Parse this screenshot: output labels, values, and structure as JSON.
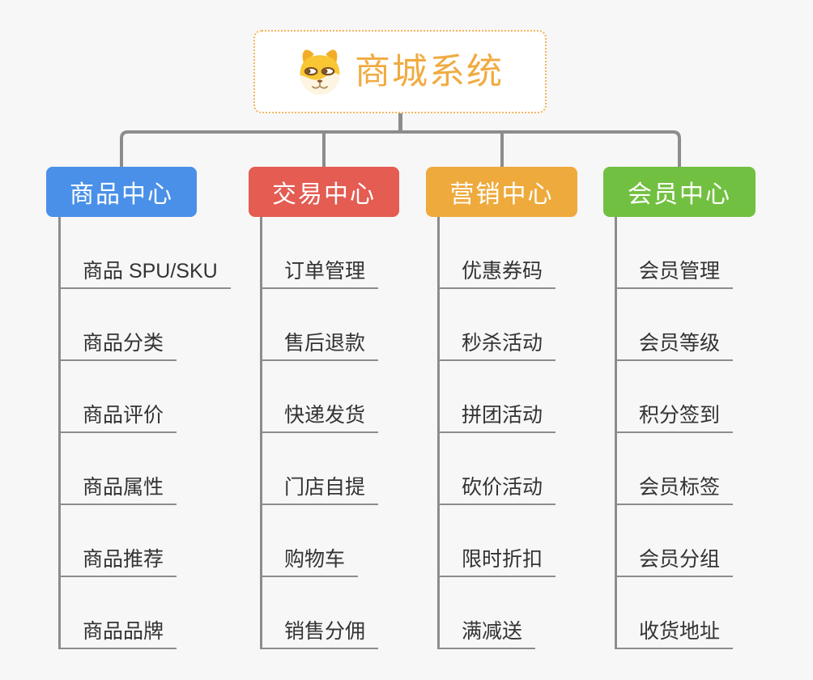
{
  "root": {
    "title": "商城系统",
    "icon": "doge-icon",
    "text_color": "#f0ab41",
    "border_color": "#f3b45a"
  },
  "colors": {
    "background": "#f7f7f7",
    "connector_gray": "#8c8c8c",
    "leaf_text": "#333333"
  },
  "branches": [
    {
      "label": "商品中心",
      "color": "#4a90e8",
      "children": [
        "商品 SPU/SKU",
        "商品分类",
        "商品评价",
        "商品属性",
        "商品推荐",
        "商品品牌"
      ]
    },
    {
      "label": "交易中心",
      "color": "#e45c52",
      "children": [
        "订单管理",
        "售后退款",
        "快递发货",
        "门店自提",
        "购物车",
        "销售分佣"
      ]
    },
    {
      "label": "营销中心",
      "color": "#eeaa3c",
      "children": [
        "优惠券码",
        "秒杀活动",
        "拼团活动",
        "砍价活动",
        "限时折扣",
        "满减送"
      ]
    },
    {
      "label": "会员中心",
      "color": "#72c041",
      "children": [
        "会员管理",
        "会员等级",
        "积分签到",
        "会员标签",
        "会员分组",
        "收货地址"
      ]
    }
  ]
}
